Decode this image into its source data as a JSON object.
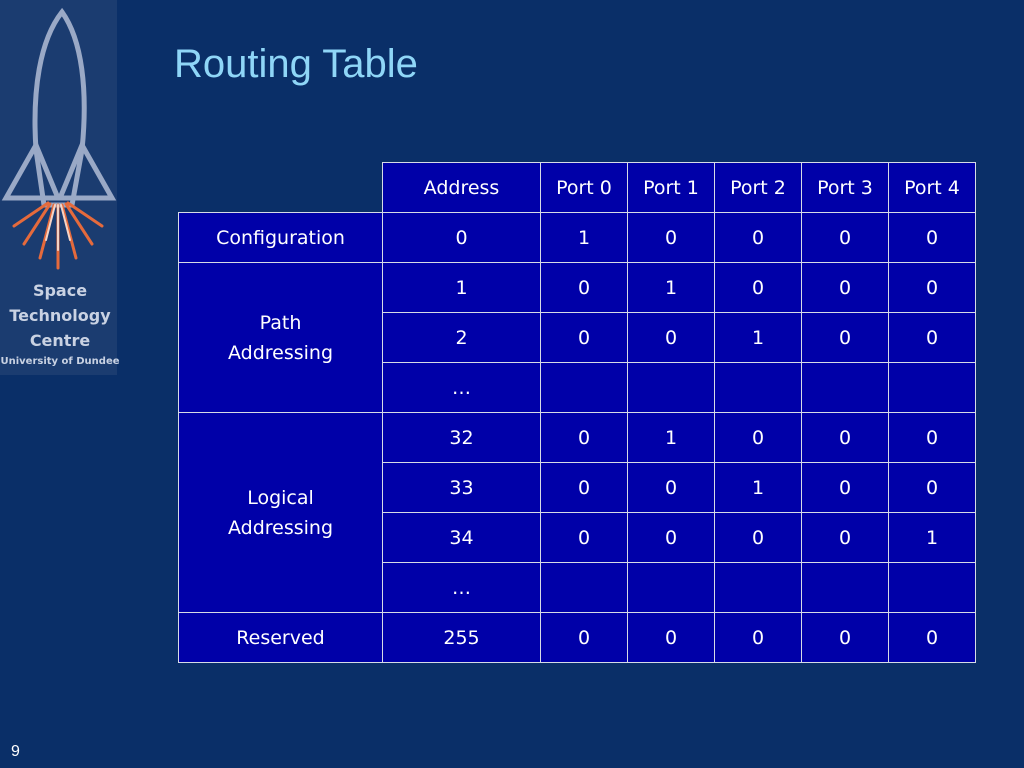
{
  "logo": {
    "line1": "Space",
    "line2": "Technology",
    "line3": "Centre",
    "line4": "University of Dundee"
  },
  "slide": {
    "title": "Routing Table",
    "page_number": "9"
  },
  "table": {
    "headers": [
      "Address",
      "Port 0",
      "Port 1",
      "Port 2",
      "Port 3",
      "Port 4"
    ],
    "groups": {
      "configuration": {
        "label": "Configuration",
        "rows": [
          [
            "0",
            "1",
            "0",
            "0",
            "0",
            "0"
          ]
        ]
      },
      "path": {
        "label": "Path\nAddressing",
        "rows": [
          [
            "1",
            "0",
            "1",
            "0",
            "0",
            "0"
          ],
          [
            "2",
            "0",
            "0",
            "1",
            "0",
            "0"
          ],
          [
            "…",
            "",
            "",
            "",
            "",
            ""
          ]
        ]
      },
      "logical": {
        "label": "Logical\nAddressing",
        "rows": [
          [
            "32",
            "0",
            "1",
            "0",
            "0",
            "0"
          ],
          [
            "33",
            "0",
            "0",
            "1",
            "0",
            "0"
          ],
          [
            "34",
            "0",
            "0",
            "0",
            "0",
            "1"
          ],
          [
            "…",
            "",
            "",
            "",
            "",
            ""
          ]
        ]
      },
      "reserved": {
        "label": "Reserved",
        "rows": [
          [
            "255",
            "0",
            "0",
            "0",
            "0",
            "0"
          ]
        ]
      }
    }
  }
}
